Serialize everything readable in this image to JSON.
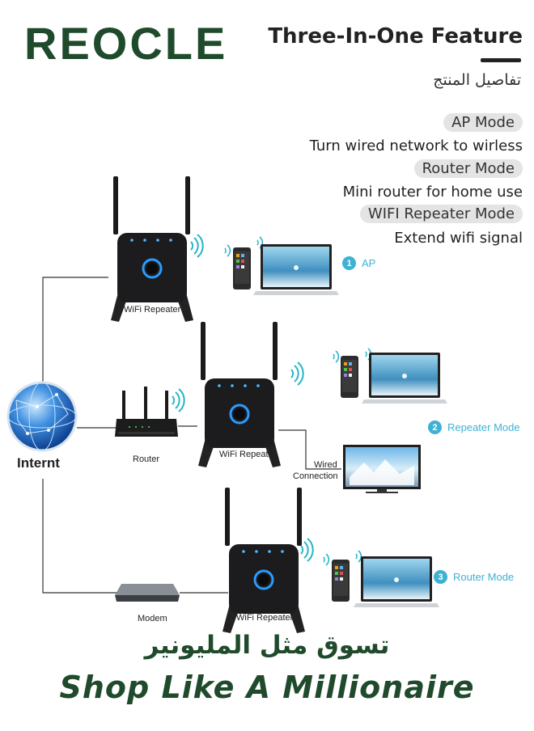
{
  "brand": {
    "logo_text": "REOCLE",
    "logo_color": "#1f4a2c"
  },
  "header": {
    "title": "Three-In-One Feature",
    "arabic_subtitle": "تفاصيل المنتج"
  },
  "modes": [
    {
      "name": "AP Mode",
      "description": "Turn wired network to wirless"
    },
    {
      "name": "Router Mode",
      "description": "Mini router for home use"
    },
    {
      "name": "WIFI Repeater Mode",
      "description": "Extend wifi signal"
    }
  ],
  "diagram": {
    "internet_label": "Internt",
    "router_label": "Router",
    "modem_label": "Modem",
    "repeater_label": "WiFi Repeater",
    "wired_connection_label": [
      "Wired",
      "Connection"
    ],
    "mode_labels": [
      {
        "number": "1",
        "text": "AP"
      },
      {
        "number": "2",
        "text": "Repeater Mode"
      },
      {
        "number": "3",
        "text": "Router Mode"
      }
    ],
    "accent_color": "#3fb1d4"
  },
  "footer": {
    "arabic_slogan": "تسوق مثل المليونير",
    "english_slogan": "Shop Like A Millionaire"
  }
}
